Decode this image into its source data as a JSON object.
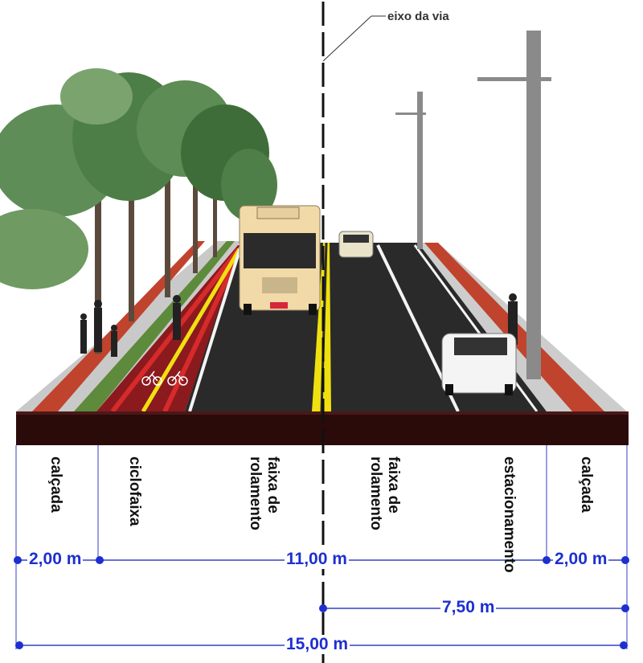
{
  "axis_label": "eixo da via",
  "zones": [
    {
      "id": "calcada-left",
      "label": "calçada"
    },
    {
      "id": "ciclofaixa",
      "label": "ciclofaixa"
    },
    {
      "id": "faixa-left",
      "label": "faixa de\nrolamento"
    },
    {
      "id": "faixa-right",
      "label": "faixa de\nrolamento"
    },
    {
      "id": "estacionamento",
      "label": "estacionamento"
    },
    {
      "id": "calcada-right",
      "label": "calçada"
    }
  ],
  "dimensions": {
    "sidewalk_left": "2,00 m",
    "carriageway": "11,00 m",
    "sidewalk_right": "2,00 m",
    "half_road": "7,50 m",
    "total": "15,00 m"
  },
  "colors": {
    "asphalt": "#2a2a2a",
    "slab": "#2b0a0a",
    "bike_lane": "#c8242a",
    "yellow_line": "#f0e010",
    "dimension": "#1e2fd0",
    "sidewalk": "#c9c9c9",
    "grass": "#5e8a3c"
  }
}
